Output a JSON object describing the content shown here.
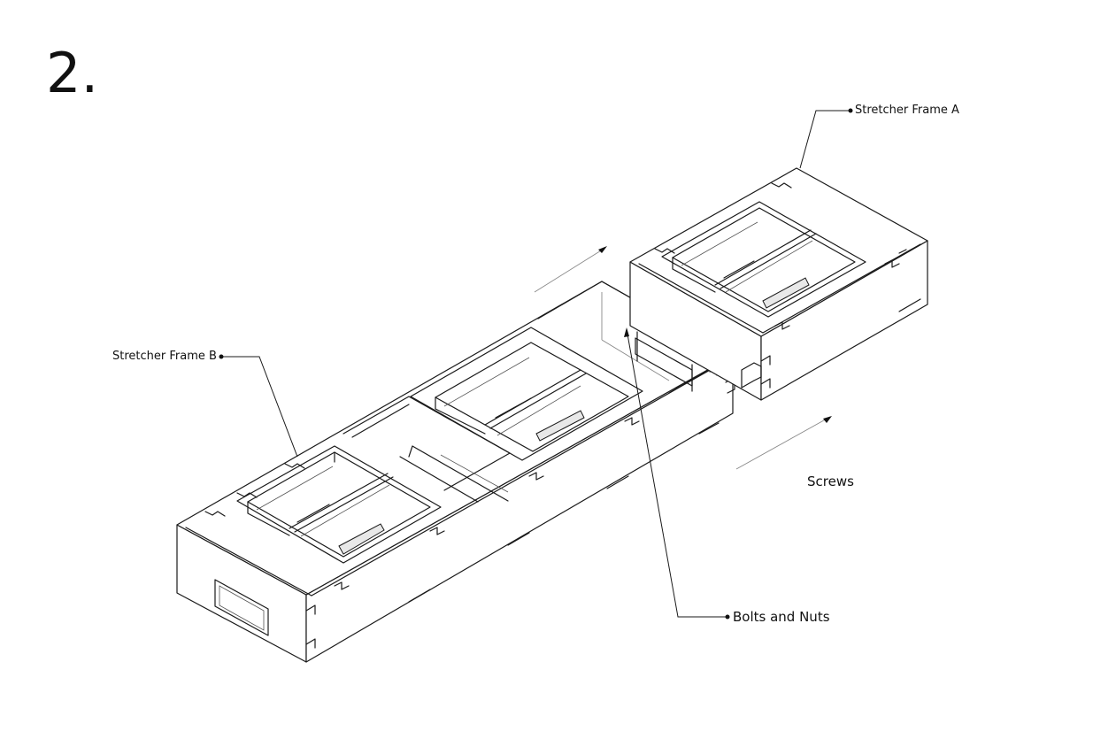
{
  "step_number": "2.",
  "labels": {
    "stretcher_frame_a": "Stretcher Frame A",
    "stretcher_frame_b": "Stretcher Frame B",
    "screws": "Screws",
    "bolts_and_nuts": "Bolts and Nuts"
  },
  "colors": {
    "background": "#ffffff",
    "line": "#1a1a1a"
  }
}
